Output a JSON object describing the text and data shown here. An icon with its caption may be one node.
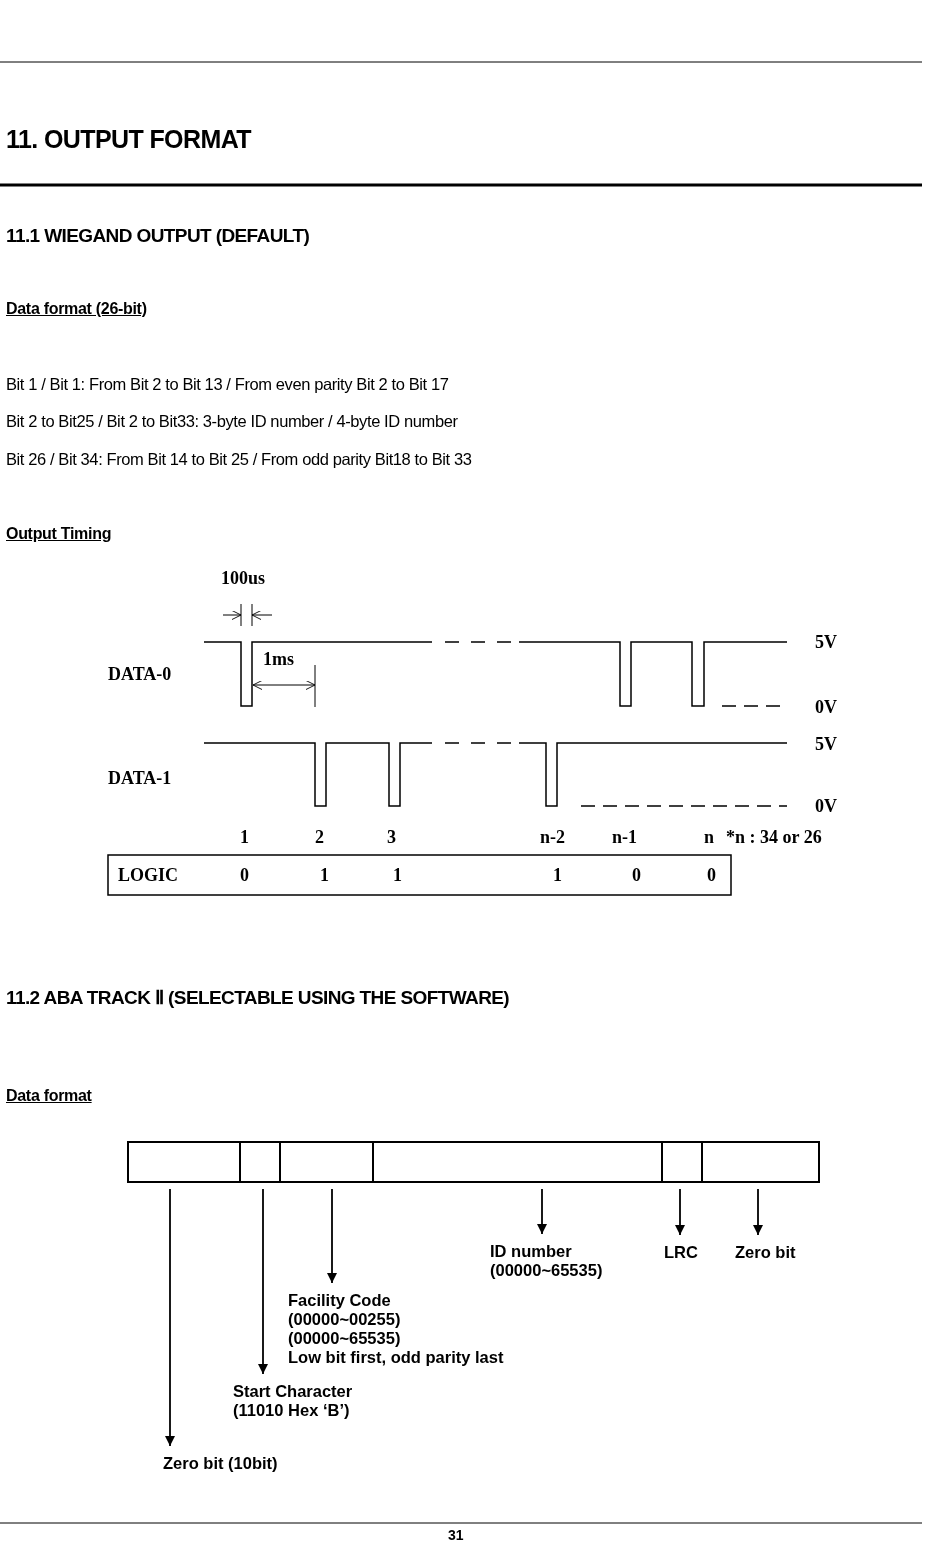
{
  "diagram": {
    "title": "11. OUTPUT FORMAT",
    "nodes": [
      {
        "text": [],
        "shape": "box"
      },
      {
        "text": [],
        "shape": "box"
      },
      {
        "text": [],
        "shape": "box"
      },
      {
        "text": [],
        "shape": "box"
      },
      {
        "text": [],
        "shape": "box"
      },
      {
        "text": [],
        "shape": "box"
      },
      {
        "text": [
          "ID number",
          "(00000~65535)"
        ]
      },
      {
        "text": [
          "LRC"
        ]
      },
      {
        "text": [
          "Zero bit"
        ]
      },
      {
        "text": [
          "Facility Code",
          "(00000~00255)",
          "(00000~65535)",
          "Low bit first, odd parity last"
        ]
      },
      {
        "text": [
          "Start Character",
          "(11010 Hex ‘B’)"
        ]
      },
      {
        "text": [
          "Zero bit (10bit)"
        ]
      }
    ],
    "edges": [
      {
        "from": 0,
        "to": 11,
        "arrow": "to"
      },
      {
        "from": 1,
        "to": 10,
        "arrow": "to"
      },
      {
        "from": 2,
        "to": 9,
        "arrow": "to"
      },
      {
        "from": 3,
        "to": 6,
        "arrow": "to"
      },
      {
        "from": 4,
        "to": 7,
        "arrow": "to"
      },
      {
        "from": 5,
        "to": 8,
        "arrow": "to"
      }
    ],
    "labels": [
      "11.1 WIEGAND OUTPUT (DEFAULT)",
      "Data format (26-bit)",
      "Bit 1 / Bit 1: From Bit 2 to Bit 13 / From even parity Bit 2 to Bit 17",
      "Bit 2 to Bit25 / Bit 2 to Bit33: 3-byte ID number / 4-byte ID number",
      "Bit 26 / Bit 34: From Bit 14 to Bit 25 / From odd parity Bit18 to Bit 33",
      "Output Timing",
      "100us",
      "1ms",
      "5V",
      "DATA-0",
      "0V",
      "5V",
      "DATA-1",
      "0V",
      "1",
      "2",
      "3",
      "n-2",
      "n-1",
      "n",
      "*n : 34 or 26",
      "LOGIC",
      "0",
      "1",
      "1",
      "1",
      "0",
      "0",
      "11.2 ABA TRACK Ⅱ (SELECTABLE USING THE SOFTWARE)",
      "Data format",
      "31"
    ]
  }
}
